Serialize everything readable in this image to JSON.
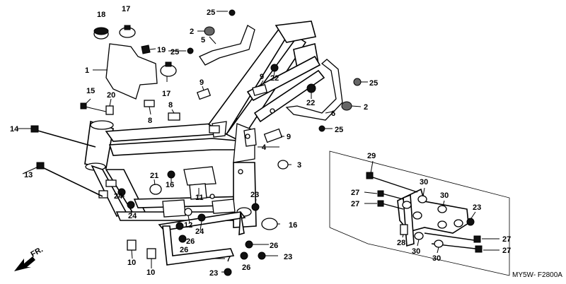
{
  "diagram_code": "MY5W- F2800A",
  "direction_label": "FR.",
  "callouts": {
    "c1": "1",
    "c2a": "2",
    "c2b": "2",
    "c3": "3",
    "c4": "4",
    "c5": "5",
    "c6": "6",
    "c7": "7",
    "c8a": "8",
    "c8b": "8",
    "c9a": "9",
    "c9b": "9",
    "c9c": "9",
    "c10a": "10",
    "c10b": "10",
    "c11": "11",
    "c12": "12",
    "c13": "13",
    "c14": "14",
    "c15": "15",
    "c16a": "16",
    "c16b": "16",
    "c17a": "17",
    "c17b": "17",
    "c18": "18",
    "c19": "19",
    "c20": "20",
    "c21": "21",
    "c22a": "22",
    "c22b": "22",
    "c23a": "23",
    "c23b": "23",
    "c23c": "23",
    "c23d": "23",
    "c24a": "24",
    "c24b": "24",
    "c24c": "24",
    "c25a": "25",
    "c25b": "25",
    "c25c": "25",
    "c25d": "25",
    "c26a": "26",
    "c26b": "26",
    "c26c": "26",
    "c26d": "26",
    "c27a": "27",
    "c27b": "27",
    "c27c": "27",
    "c27d": "27",
    "c28": "28",
    "c29": "29",
    "c30a": "30",
    "c30b": "30",
    "c30c": "30",
    "c30d": "30"
  }
}
